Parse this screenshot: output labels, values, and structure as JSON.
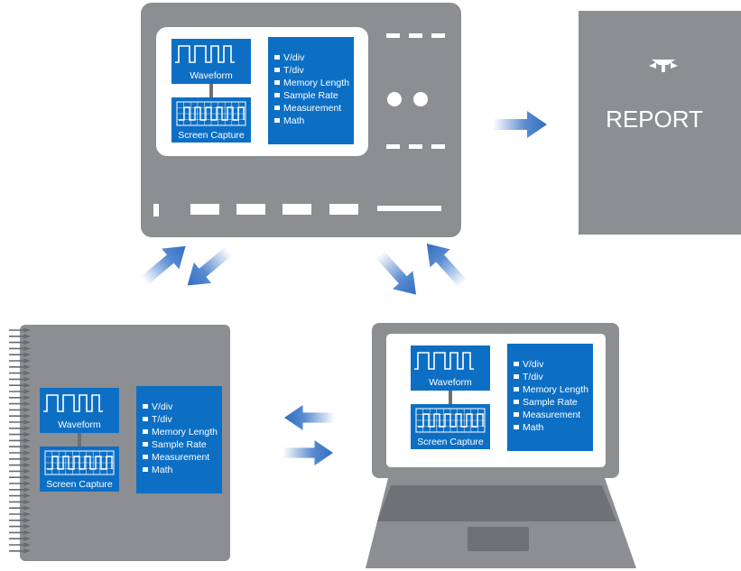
{
  "report_label": "REPORT",
  "panels": {
    "scope": {
      "waveform_label": "Waveform",
      "capture_label": "Screen Capture",
      "items": [
        "V/div",
        "T/div",
        "Memory Length",
        "Sample Rate",
        "Measurement",
        "Math"
      ]
    },
    "notebook": {
      "waveform_label": "Waveform",
      "capture_label": "Screen Capture",
      "items": [
        "V/div",
        "T/div",
        "Memory Length",
        "Sample Rate",
        "Measurement",
        "Math"
      ]
    },
    "laptop": {
      "waveform_label": "Waveform",
      "capture_label": "Screen Capture",
      "items": [
        "V/div",
        "T/div",
        "Memory Length",
        "Sample Rate",
        "Measurement",
        "Math"
      ]
    }
  },
  "colors": {
    "device_gray": "#8c8e91",
    "panel_blue": "#0d6fc4",
    "arrow_blue": "#3c78c8"
  }
}
